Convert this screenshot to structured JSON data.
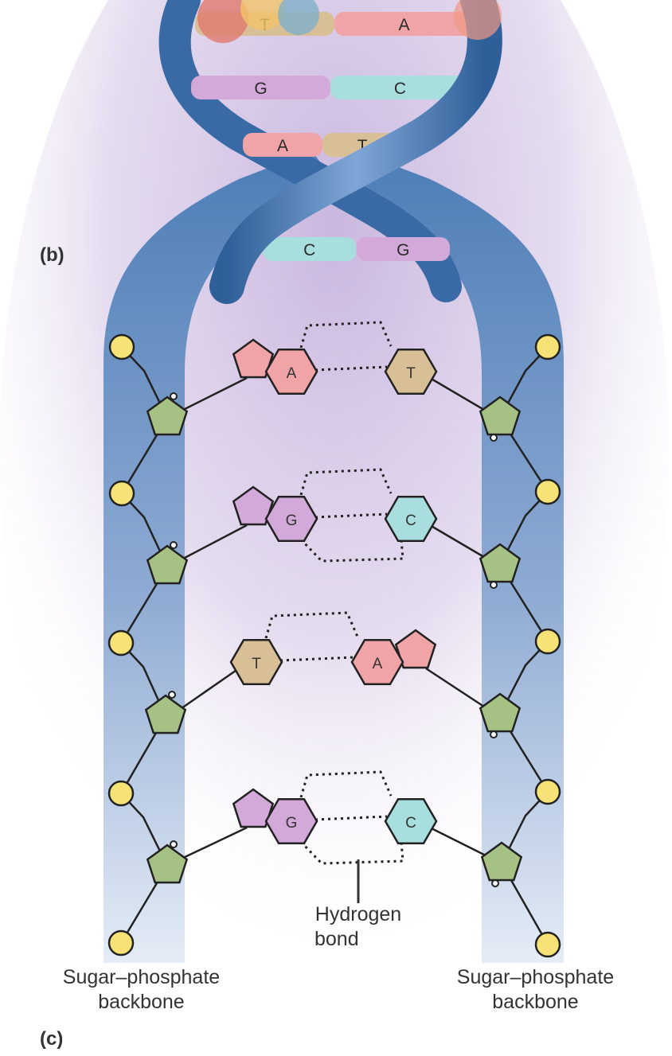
{
  "panel_labels": {
    "b": "(b)",
    "c": "(c)"
  },
  "helix_rungs": [
    {
      "left": "T",
      "right": "A"
    },
    {
      "left": "G",
      "right": "C"
    },
    {
      "left": "A",
      "right": "T"
    },
    {
      "left": "C",
      "right": "G"
    }
  ],
  "base_pairs": [
    {
      "left": "A",
      "right": "T",
      "hydrogen_bonds": 2
    },
    {
      "left": "G",
      "right": "C",
      "hydrogen_bonds": 3
    },
    {
      "left": "T",
      "right": "A",
      "hydrogen_bonds": 2
    },
    {
      "left": "G",
      "right": "C",
      "hydrogen_bonds": 3
    }
  ],
  "labels": {
    "hydrogen_bond_line1": "Hydrogen",
    "hydrogen_bond_line2": "bond",
    "left_backbone_line1": "Sugar–phosphate",
    "left_backbone_line2": "backbone",
    "right_backbone_line1": "Sugar–phosphate",
    "right_backbone_line2": "backbone"
  },
  "colors": {
    "adenine": "#f0a4a8",
    "thymine": "#d8bf95",
    "guanine": "#d3a9d9",
    "cytosine": "#a8dede",
    "sugar": "#a6c184",
    "phosphate": "#f6e277",
    "backbone_ribbon": "#4f7fb8",
    "background_glow": "#d9cbe6"
  }
}
